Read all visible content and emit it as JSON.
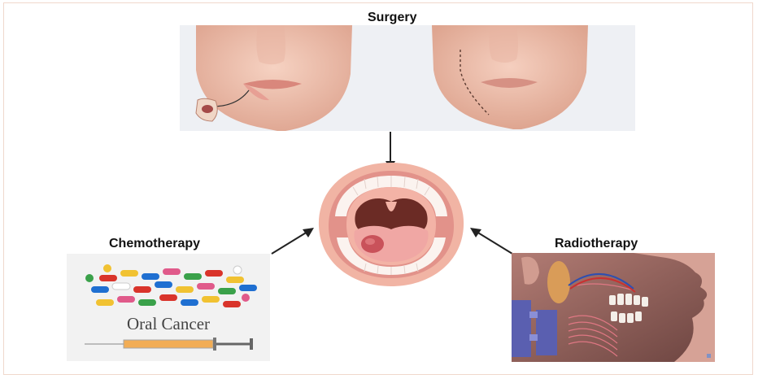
{
  "labels": {
    "surgery": "Surgery",
    "chemotherapy": "Chemotherapy",
    "radiotherapy": "Radiotherapy"
  },
  "chemo_image_text": "Oral Cancer",
  "colors": {
    "skin": "#f2c8b4",
    "lip": "#e9a598",
    "mouth_dark": "#6b2b25",
    "tongue": "#f0a7a4",
    "tumor": "#c9525a",
    "arrow": "#222222"
  }
}
